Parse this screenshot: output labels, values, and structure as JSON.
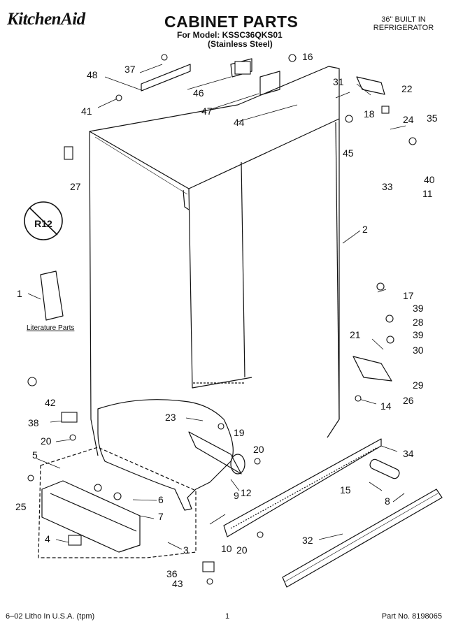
{
  "header": {
    "logo": "KitchenAid",
    "title": "CABINET PARTS",
    "model_line": "For Model: KSSC36QKS01",
    "model_sub": "(Stainless Steel)",
    "type_line1": "36\" BUILT IN",
    "type_line2": "REFRIGERATOR"
  },
  "labels": {
    "literature": "Literature Parts",
    "r12": "R12"
  },
  "callouts": [
    "1",
    "2",
    "3",
    "4",
    "5",
    "6",
    "7",
    "8",
    "9",
    "10",
    "11",
    "12",
    "14",
    "15",
    "16",
    "17",
    "18",
    "19",
    "20",
    "20",
    "20",
    "21",
    "22",
    "23",
    "24",
    "25",
    "26",
    "27",
    "28",
    "29",
    "30",
    "31",
    "32",
    "33",
    "34",
    "35",
    "36",
    "37",
    "38",
    "39",
    "39",
    "40",
    "41",
    "42",
    "43",
    "44",
    "45",
    "46",
    "47",
    "48"
  ],
  "footer": {
    "left": "6–02 Litho In U.S.A. (tpm)",
    "center": "1",
    "right": "Part No. 8198065"
  }
}
